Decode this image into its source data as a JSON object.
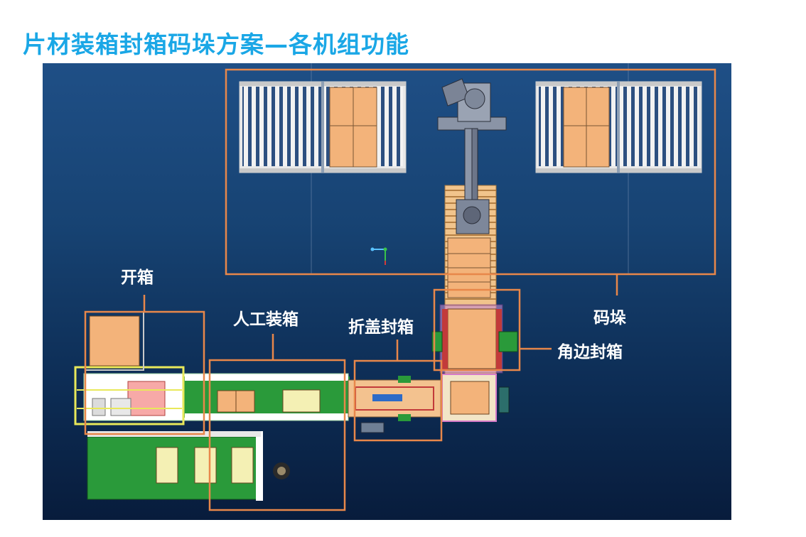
{
  "title": "片材装箱封箱码垛方案—各机组功能",
  "labels": {
    "open_box": "开箱",
    "manual_pack": "人工装箱",
    "fold_seal": "折盖封箱",
    "palletize": "码垛",
    "corner_seal": "角边封箱"
  },
  "colors": {
    "title": "#1aa7e6",
    "highlight_frame": "#e8874a",
    "background_top": "#1f4f86",
    "background_bottom": "#081c3c",
    "conveyor": "#2a9a3a",
    "box": "#f3b37a",
    "sheet": "#f4f0b4"
  }
}
